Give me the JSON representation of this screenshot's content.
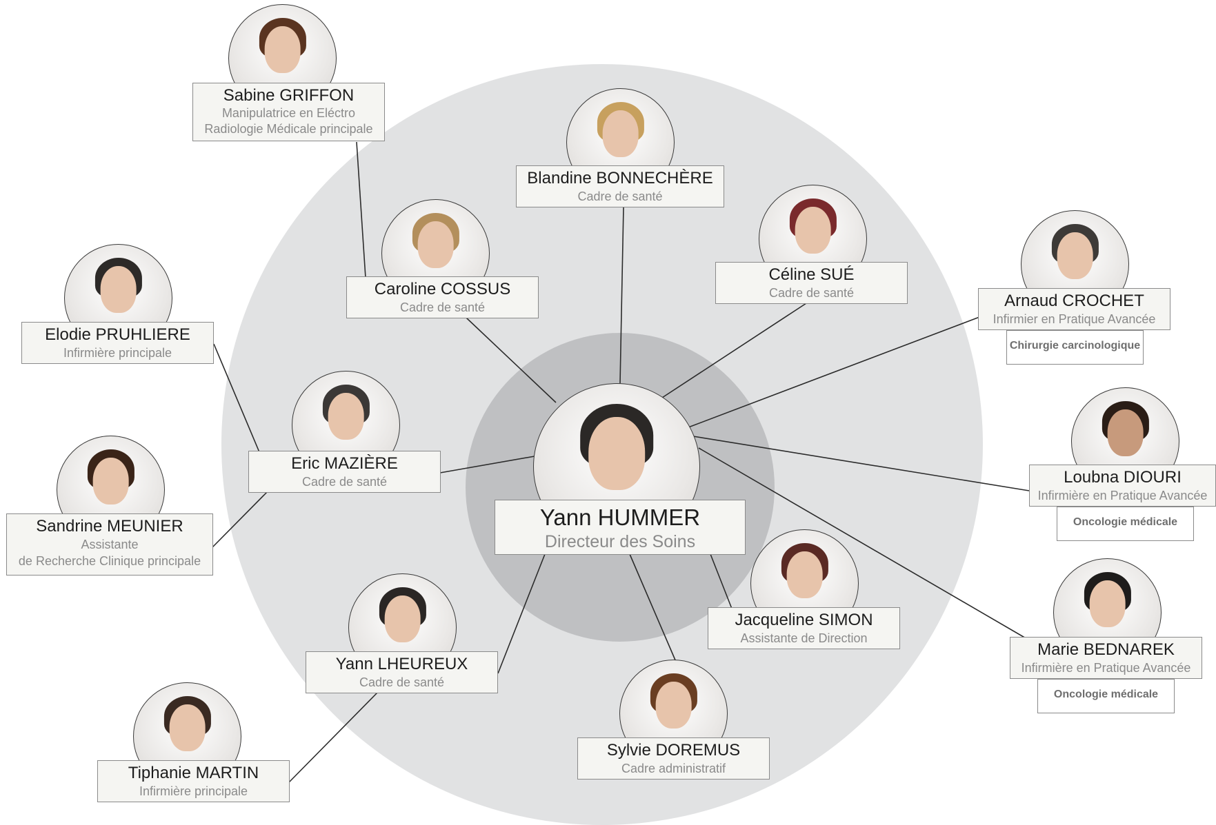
{
  "colors": {
    "outer_circle": "#e1e2e3",
    "inner_circle": "#bfc0c2",
    "green": "#1fa24a",
    "blue": "#1aa3d9",
    "yellow": "#e6e12a",
    "pink": "#e0569a"
  },
  "center": {
    "name": "Yann HUMMER",
    "role": "Directeur des Soins"
  },
  "people": {
    "griffon": {
      "name": "Sabine GRIFFON",
      "role_line1": "Manipulatrice en Eléctro",
      "role_line2": "Radiologie Médicale principale",
      "accent": "green"
    },
    "bonnechere": {
      "name": "Blandine BONNECHÈRE",
      "role": "Cadre de santé",
      "accent": "blue"
    },
    "cossus": {
      "name": "Caroline COSSUS",
      "role": "Cadre de santé",
      "accent": "blue"
    },
    "sue": {
      "name": "Céline SUÉ",
      "role": "Cadre de santé",
      "accent": "blue"
    },
    "crochet": {
      "name": "Arnaud CROCHET",
      "role": "Infirmier en Pratique Avancée",
      "specialty": "Chirurgie carcinologique",
      "accent": "yellow"
    },
    "pruhliere": {
      "name": "Elodie PRUHLIERE",
      "role": "Infirmière principale",
      "accent": "green"
    },
    "maziere": {
      "name": "Eric MAZIÈRE",
      "role": "Cadre de santé",
      "accent": "blue"
    },
    "diouri": {
      "name": "Loubna DIOURI",
      "role": "Infirmière en Pratique Avancée",
      "specialty": "Oncologie médicale",
      "accent": "yellow"
    },
    "meunier": {
      "name": "Sandrine MEUNIER",
      "role_line1": "Assistante",
      "role_line2": "de Recherche Clinique principale",
      "accent": "green"
    },
    "simon": {
      "name": "Jacqueline SIMON",
      "role": "Assistante de Direction",
      "accent": "pink"
    },
    "bednarek": {
      "name": "Marie BEDNAREK",
      "role": "Infirmière en Pratique Avancée",
      "specialty": "Oncologie médicale",
      "accent": "yellow"
    },
    "lheureux": {
      "name": "Yann LHEUREUX",
      "role": "Cadre de santé",
      "accent": "blue"
    },
    "doremus": {
      "name": "Sylvie DOREMUS",
      "role": "Cadre administratif",
      "accent": "pink"
    },
    "martin": {
      "name": "Tiphanie MARTIN",
      "role": "Infirmière principale",
      "accent": "green"
    }
  }
}
